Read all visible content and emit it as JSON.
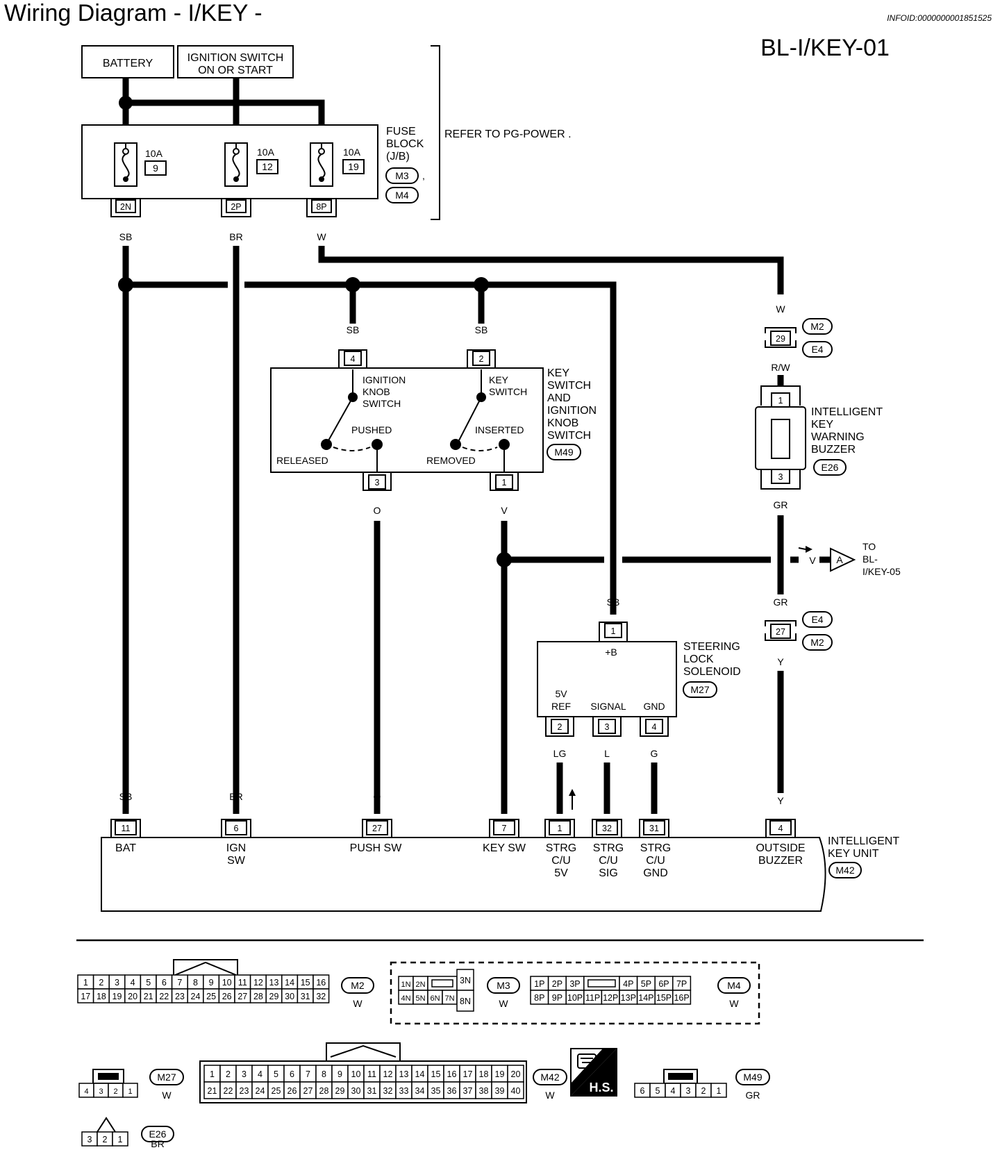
{
  "header": {
    "title": "Wiring Diagram - I/KEY -",
    "info_id": "INFOID:0000000001851525",
    "page_code": "BL-I/KEY-01"
  },
  "power": {
    "battery": "BATTERY",
    "ignition": [
      "IGNITION SWITCH",
      "ON OR START"
    ],
    "fuse_block": [
      "FUSE",
      "BLOCK",
      "(J/B)"
    ],
    "fuse_refs": [
      "M3",
      "M4"
    ],
    "refer": "REFER TO  PG-POWER .",
    "fuses": [
      {
        "amp": "10A",
        "num": "9",
        "term": "2N",
        "color": "SB"
      },
      {
        "amp": "10A",
        "num": "12",
        "term": "2P",
        "color": "BR"
      },
      {
        "amp": "10A",
        "num": "19",
        "term": "8P",
        "color": "W"
      }
    ]
  },
  "key_switch": {
    "title": [
      "KEY",
      "SWITCH",
      "AND",
      "IGNITION",
      "KNOB",
      "SWITCH"
    ],
    "connector": "M49",
    "knob_label": [
      "IGNITION",
      "KNOB",
      "SWITCH"
    ],
    "key_label": [
      "KEY",
      "SWITCH"
    ],
    "pushed": "PUSHED",
    "released": "RELEASED",
    "inserted": "INSERTED",
    "removed": "REMOVED",
    "pin_knob_in": "4",
    "pin_key_in": "2",
    "pin_knob_out": "3",
    "pin_key_out": "1",
    "wire_in": "SB",
    "wire_knob_out": "O",
    "wire_key_out": "V"
  },
  "buzzer": {
    "title": [
      "INTELLIGENT",
      "KEY",
      "WARNING",
      "BUZZER"
    ],
    "connector": "E26",
    "pin_top": "1",
    "pin_bottom": "3",
    "wire_in": "W",
    "wire_mid": "R/W",
    "wire_out": "GR",
    "junction1": {
      "pin": "29",
      "refs": [
        "M2",
        "E4"
      ]
    },
    "junction2": {
      "pin": "27",
      "refs": [
        "E4",
        "M2"
      ],
      "wire_above": "GR",
      "wire_below": "Y"
    }
  },
  "to_ref": {
    "wire": "V",
    "letter": "A",
    "label": [
      "TO",
      "BL-",
      "I/KEY-05"
    ]
  },
  "solenoid": {
    "title": [
      "STEERING",
      "LOCK",
      "SOLENOID"
    ],
    "connector": "M27",
    "plus_b": "+B",
    "pin_top": "1",
    "wire_top": "SB",
    "ref5v": [
      "5V",
      "REF"
    ],
    "signal": "SIGNAL",
    "gnd": "GND",
    "pins": [
      {
        "pin": "2",
        "color": "LG"
      },
      {
        "pin": "3",
        "color": "L"
      },
      {
        "pin": "4",
        "color": "G"
      }
    ]
  },
  "unit": {
    "title": [
      "INTELLIGENT",
      "KEY UNIT"
    ],
    "connector": "M42",
    "terms": [
      {
        "pin": "11",
        "color": "SB",
        "label": [
          "BAT"
        ]
      },
      {
        "pin": "6",
        "color": "BR",
        "label": [
          "IGN",
          "SW"
        ]
      },
      {
        "pin": "27",
        "color": "O",
        "label": [
          "PUSH SW"
        ]
      },
      {
        "pin": "7",
        "color": "V",
        "label": [
          "KEY SW"
        ]
      },
      {
        "pin": "1",
        "color": "",
        "label": [
          "STRG",
          "C/U",
          "5V"
        ]
      },
      {
        "pin": "32",
        "color": "",
        "label": [
          "STRG",
          "C/U",
          "SIG"
        ]
      },
      {
        "pin": "31",
        "color": "",
        "label": [
          "STRG",
          "C/U",
          "GND"
        ]
      },
      {
        "pin": "4",
        "color": "Y",
        "label": [
          "OUTSIDE",
          "BUZZER"
        ]
      }
    ]
  },
  "connectors": {
    "m2": {
      "name": "M2",
      "color": "W",
      "row1": [
        "1",
        "2",
        "3",
        "4",
        "5",
        "6",
        "7",
        "8",
        "9",
        "10",
        "11",
        "12",
        "13",
        "14",
        "15",
        "16"
      ],
      "row2": [
        "17",
        "18",
        "19",
        "20",
        "21",
        "22",
        "23",
        "24",
        "25",
        "26",
        "27",
        "28",
        "29",
        "30",
        "31",
        "32"
      ]
    },
    "m3": {
      "name": "M3",
      "color": "W",
      "row1": [
        "1N",
        "2N"
      ],
      "row2": [
        "4N",
        "5N",
        "6N",
        "7N"
      ],
      "side": [
        "3N",
        "8N"
      ]
    },
    "m4": {
      "name": "M4",
      "color": "W",
      "row1": [
        "1P",
        "2P",
        "3P",
        "4P",
        "5P",
        "6P",
        "7P"
      ],
      "row2": [
        "8P",
        "9P",
        "10P",
        "11P",
        "12P",
        "13P",
        "14P",
        "15P",
        "16P"
      ]
    },
    "m27": {
      "name": "M27",
      "color": "W",
      "pins": [
        "4",
        "3",
        "2",
        "1"
      ]
    },
    "m42": {
      "name": "M42",
      "color": "W",
      "row1": [
        "1",
        "2",
        "3",
        "4",
        "5",
        "6",
        "7",
        "8",
        "9",
        "10",
        "11",
        "12",
        "13",
        "14",
        "15",
        "16",
        "17",
        "18",
        "19",
        "20"
      ],
      "row2": [
        "21",
        "22",
        "23",
        "24",
        "25",
        "26",
        "27",
        "28",
        "29",
        "30",
        "31",
        "32",
        "33",
        "34",
        "35",
        "36",
        "37",
        "38",
        "39",
        "40"
      ]
    },
    "hs": "H.S.",
    "m49": {
      "name": "M49",
      "color": "GR",
      "pins": [
        "6",
        "5",
        "4",
        "3",
        "2",
        "1"
      ]
    },
    "e26": {
      "name": "E26",
      "color": "BR",
      "pins": [
        "3",
        "2",
        "1"
      ]
    }
  }
}
